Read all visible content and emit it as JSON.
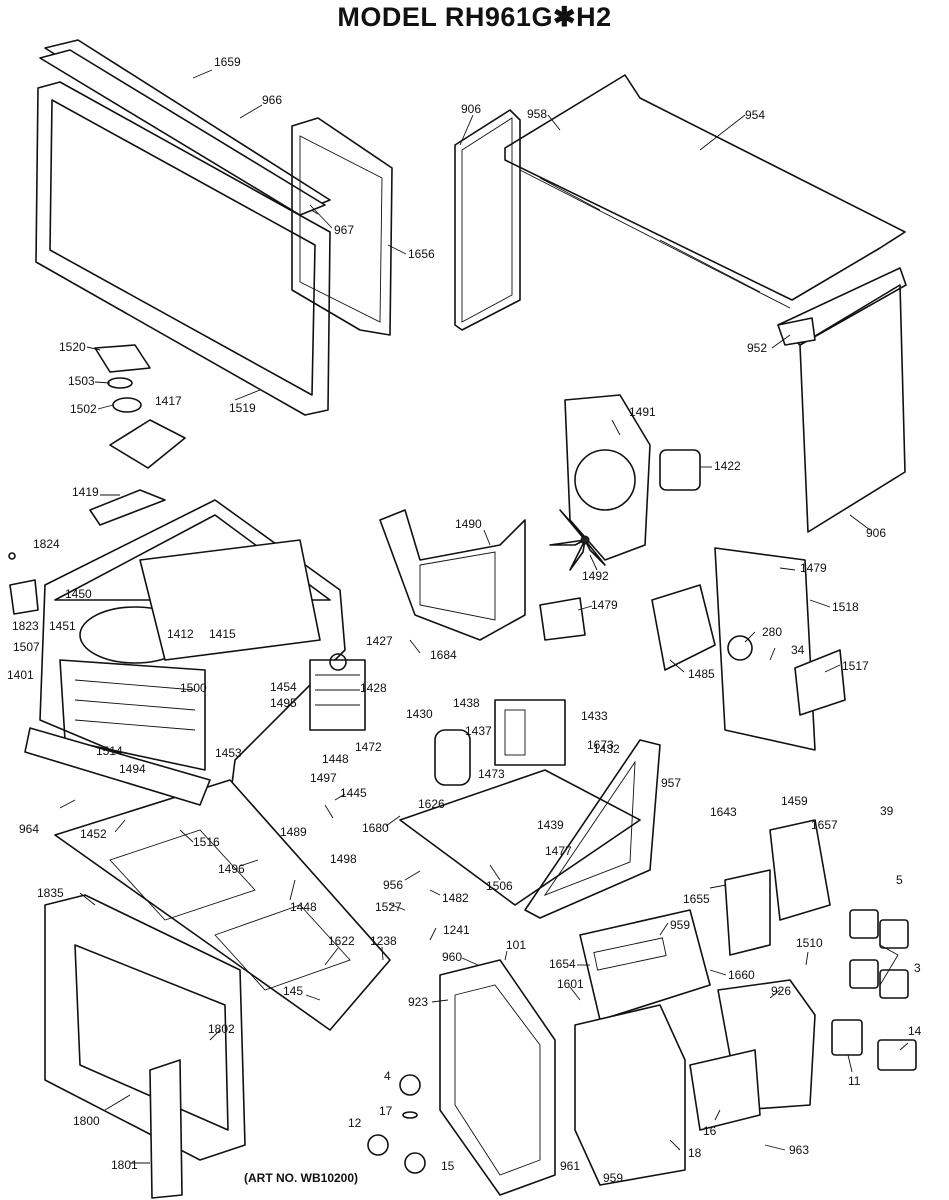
{
  "title": "MODEL RH961G✱H2",
  "art_number": "(ART NO. WB10200)",
  "part_labels": [
    "1659",
    "966",
    "967",
    "1656",
    "906",
    "958",
    "954",
    "952",
    "906",
    "1520",
    "1503",
    "1502",
    "1417",
    "1519",
    "1419",
    "1491",
    "1422",
    "1490",
    "1492",
    "1824",
    "1823",
    "1450",
    "1451",
    "1507",
    "1401",
    "1412",
    "1415",
    "1500",
    "1427",
    "1684",
    "1479",
    "1479",
    "1518",
    "280",
    "34",
    "1517",
    "1485",
    "1428",
    "1454",
    "1495",
    "1430",
    "1438",
    "1437",
    "1433",
    "1453",
    "1514",
    "1494",
    "1448",
    "1472",
    "1497",
    "1445",
    "1673",
    "1432",
    "957",
    "964",
    "1452",
    "1516",
    "1489",
    "1680",
    "1473",
    "1626",
    "1439",
    "1477",
    "1643",
    "1459",
    "39",
    "1657",
    "1498",
    "1496",
    "1448",
    "956",
    "1527",
    "1482",
    "1506",
    "5",
    "1655",
    "959",
    "3",
    "1835",
    "1622",
    "1238",
    "1241",
    "101",
    "960",
    "1654",
    "1510",
    "1660",
    "145",
    "923",
    "1601",
    "926",
    "14",
    "1802",
    "11",
    "4",
    "17",
    "16",
    "12",
    "1800",
    "963",
    "15",
    "961",
    "959",
    "18",
    "1801"
  ]
}
